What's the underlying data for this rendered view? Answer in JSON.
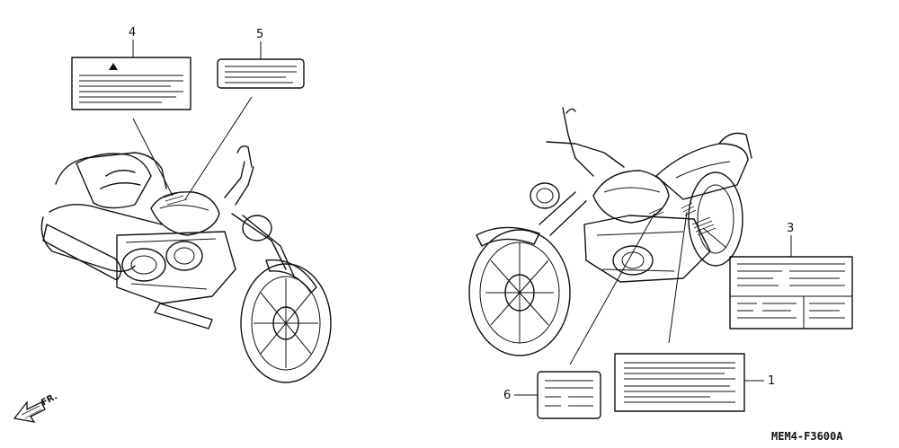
{
  "diagram": {
    "code": "MEM4-F3600A",
    "front_marker": "FR.",
    "callouts": [
      {
        "id": "1",
        "label": "1"
      },
      {
        "id": "3",
        "label": "3"
      },
      {
        "id": "4",
        "label": "4"
      },
      {
        "id": "5",
        "label": "5"
      },
      {
        "id": "6",
        "label": "6"
      }
    ]
  }
}
